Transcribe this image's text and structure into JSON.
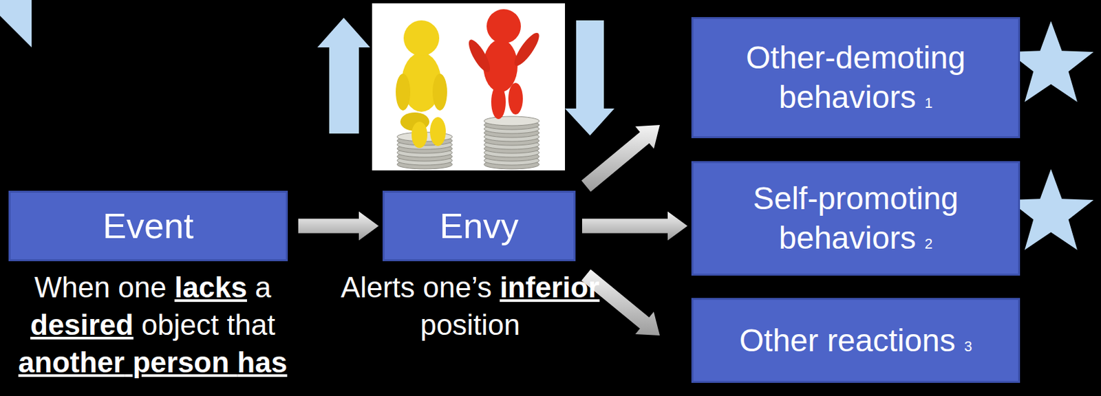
{
  "diagram": {
    "nodes": [
      {
        "text": [
          "Event",
          "When one lacks a desired object that another person has"
        ]
      },
      {
        "text": [
          "Envy",
          "Alerts one’s inferior position"
        ]
      },
      {
        "text": [
          "Other-demoting behaviors",
          "1"
        ]
      },
      {
        "text": [
          "Self-promoting behaviors",
          "2"
        ]
      },
      {
        "text": [
          "Other reactions",
          "3"
        ]
      }
    ],
    "edges": [
      {
        "from": 0,
        "to": 1,
        "arrow": "to"
      },
      {
        "from": 1,
        "to": 2,
        "arrow": "to"
      },
      {
        "from": 1,
        "to": 3,
        "arrow": "to"
      },
      {
        "from": 1,
        "to": 4,
        "arrow": "to"
      }
    ]
  }
}
